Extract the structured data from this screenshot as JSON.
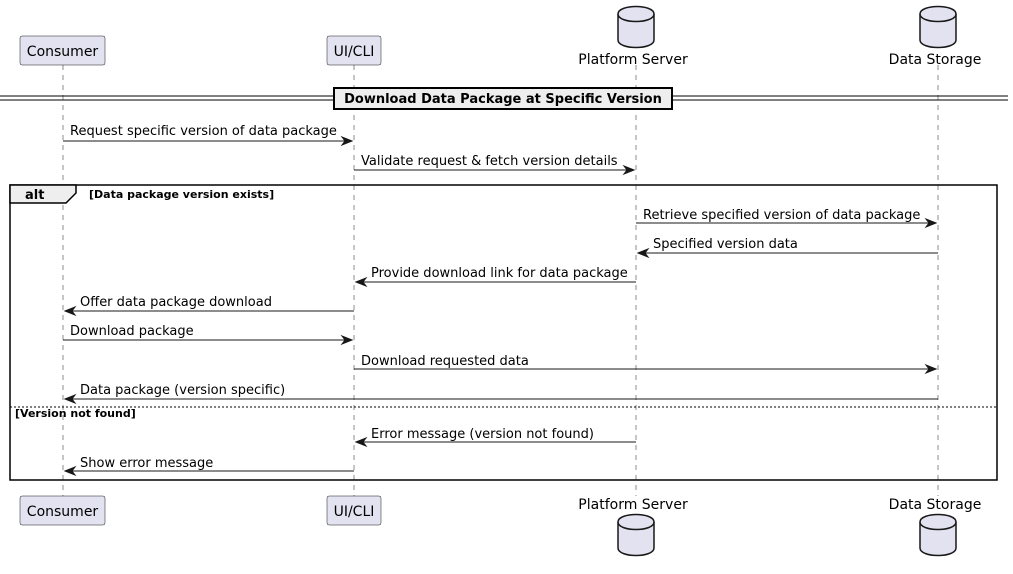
{
  "diagram": {
    "type": "sequence",
    "participants": [
      {
        "id": "consumer",
        "label": "Consumer",
        "shape": "participant"
      },
      {
        "id": "uicli",
        "label": "UI/CLI",
        "shape": "participant"
      },
      {
        "id": "platform",
        "label": "Platform Server",
        "shape": "database"
      },
      {
        "id": "storage",
        "label": "Data Storage",
        "shape": "database"
      }
    ],
    "divider": {
      "label": "Download Data Package at Specific Version"
    },
    "messages_before": [
      {
        "from": "consumer",
        "to": "uicli",
        "label": "Request specific version of data package"
      },
      {
        "from": "uicli",
        "to": "platform",
        "label": "Validate request & fetch version details"
      }
    ],
    "alt": {
      "label": "alt",
      "branches": [
        {
          "guard": "[Data package version exists]",
          "messages": [
            {
              "from": "platform",
              "to": "storage",
              "label": "Retrieve specified version of data package"
            },
            {
              "from": "storage",
              "to": "platform",
              "label": "Specified version data"
            },
            {
              "from": "platform",
              "to": "uicli",
              "label": "Provide download link for data package"
            },
            {
              "from": "uicli",
              "to": "consumer",
              "label": "Offer data package download"
            },
            {
              "from": "consumer",
              "to": "uicli",
              "label": "Download package"
            },
            {
              "from": "uicli",
              "to": "storage",
              "label": "Download requested data"
            },
            {
              "from": "storage",
              "to": "consumer",
              "label": "Data package (version specific)"
            }
          ]
        },
        {
          "guard": "[Version not found]",
          "messages": [
            {
              "from": "platform",
              "to": "uicli",
              "label": "Error message (version not found)"
            },
            {
              "from": "uicli",
              "to": "consumer",
              "label": "Show error message"
            }
          ]
        }
      ]
    },
    "colors": {
      "participant_fill": "#E2E2F0",
      "line": "#181818",
      "divider_fill": "#EEEEEE"
    }
  }
}
